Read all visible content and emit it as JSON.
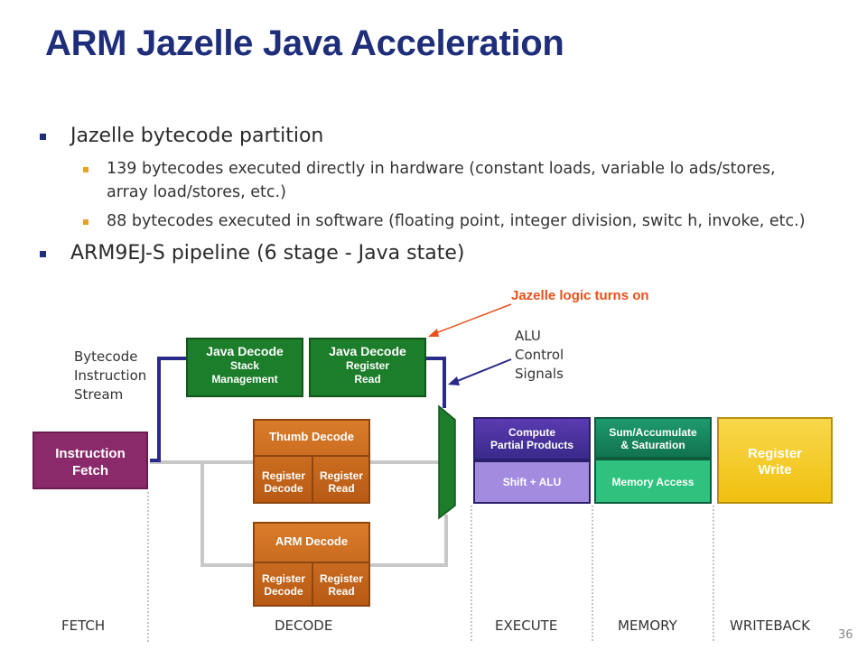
{
  "slide": {
    "title": "ARM Jazelle Java Acceleration",
    "page_number": "36"
  },
  "bullets": {
    "b1": "Jazelle bytecode partition",
    "b1_sub1": "139 bytecodes executed directly in hardware (constant loads, variable lo ads/stores, array load/stores, etc.)",
    "b1_sub2": "88 bytecodes executed in software (floating point, integer division, switc h, invoke, etc.)",
    "b2": "ARM9EJ-S pipeline (6 stage - Java state)"
  },
  "diagram": {
    "callout": "Jazelle logic turns on",
    "alu_signals": [
      "ALU",
      "Control",
      "Signals"
    ],
    "bytecode_stream": [
      "Bytecode",
      "Instruction",
      "Stream"
    ],
    "instruction_fetch": [
      "Instruction",
      "Fetch"
    ],
    "java_decode_1": {
      "title": "Java Decode",
      "sub": [
        "Stack",
        "Management"
      ]
    },
    "java_decode_2": {
      "title": "Java Decode",
      "sub": [
        "Register",
        "Read"
      ]
    },
    "thumb_decode": {
      "title": "Thumb Decode",
      "left": [
        "Register",
        "Decode"
      ],
      "right": [
        "Register",
        "Read"
      ]
    },
    "arm_decode": {
      "title": "ARM Decode",
      "left": [
        "Register",
        "Decode"
      ],
      "right": [
        "Register",
        "Read"
      ]
    },
    "execute_top": [
      "Compute",
      "Partial Products"
    ],
    "execute_bottom": "Shift + ALU",
    "memory_top": [
      "Sum/Accumulate",
      "& Saturation"
    ],
    "memory_bottom": "Memory Access",
    "register_write": [
      "Register",
      "Write"
    ],
    "stages": [
      "FETCH",
      "DECODE",
      "EXECUTE",
      "MEMORY",
      "WRITEBACK"
    ],
    "colors": {
      "title": "#1f2e7a",
      "callout": "#e8501a",
      "java_decode": "#1c7d2a",
      "decode": "#c86a1e",
      "fetch": "#8b2a6b",
      "execute": "#4a32a0",
      "memory": "#1e9a6e",
      "writeback": "#f0c010"
    }
  }
}
